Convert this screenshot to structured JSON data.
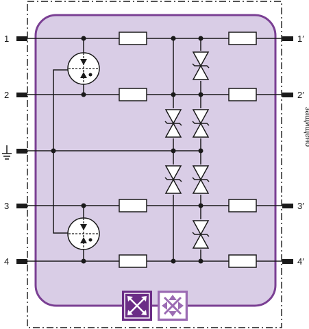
{
  "colors": {
    "enclosure_fill": "#d9cde6",
    "enclosure_stroke": "#7a3f93",
    "wire": "#1a1a1a",
    "indicator_dark": "#6b2d86",
    "indicator_light": "#ffffff"
  },
  "inputs": [
    {
      "id": "in-1",
      "label": "1"
    },
    {
      "id": "in-2",
      "label": "2"
    },
    {
      "id": "in-gnd",
      "label": "",
      "icon": "ground-icon"
    },
    {
      "id": "in-3",
      "label": "3"
    },
    {
      "id": "in-4",
      "label": "4"
    }
  ],
  "outputs": [
    {
      "id": "out-1",
      "label": "1′"
    },
    {
      "id": "out-2",
      "label": "2′"
    },
    {
      "id": "out-3",
      "label": "3′"
    },
    {
      "id": "out-4",
      "label": "4′"
    }
  ],
  "protected_side_label": "защищено",
  "components": {
    "gas_discharge_tubes": 2,
    "series_resistors": 8,
    "tvs_diodes": 6
  },
  "indicators": [
    "status-indicator-dark-icon",
    "status-indicator-light-icon"
  ]
}
